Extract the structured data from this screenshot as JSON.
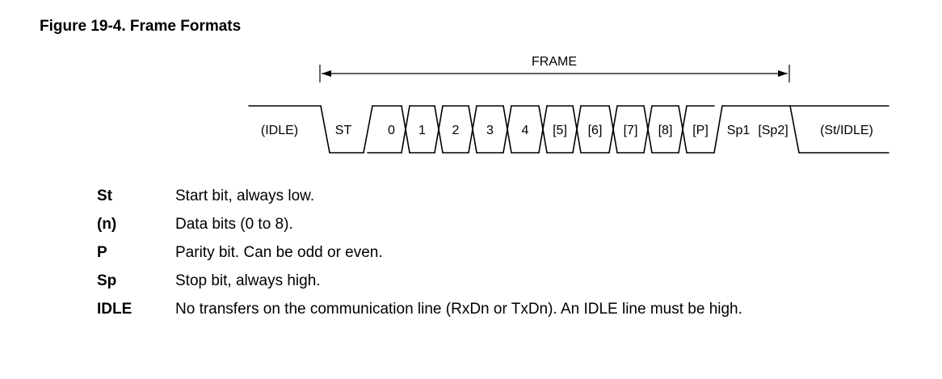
{
  "figure": {
    "title": "Figure 19-4. Frame Formats"
  },
  "frame": {
    "label": "FRAME"
  },
  "line": {
    "idle_label": "(IDLE)",
    "end_label": "(St/IDLE)",
    "start_label": "ST",
    "data_labels": [
      "0",
      "1",
      "2",
      "3",
      "4",
      "[5]",
      "[6]",
      "[7]",
      "[8]",
      "[P]"
    ],
    "stop_labels": [
      "Sp1",
      "[Sp2]"
    ]
  },
  "legend": [
    {
      "term": "St",
      "definition": "Start bit, always low."
    },
    {
      "term": "(n)",
      "definition": "Data bits (0 to 8)."
    },
    {
      "term": "P",
      "definition": "Parity bit. Can be odd or even."
    },
    {
      "term": "Sp",
      "definition": "Stop bit, always high."
    },
    {
      "term": "IDLE",
      "definition": "No transfers on the communication line (RxDn or TxDn). An IDLE line must be high."
    }
  ]
}
